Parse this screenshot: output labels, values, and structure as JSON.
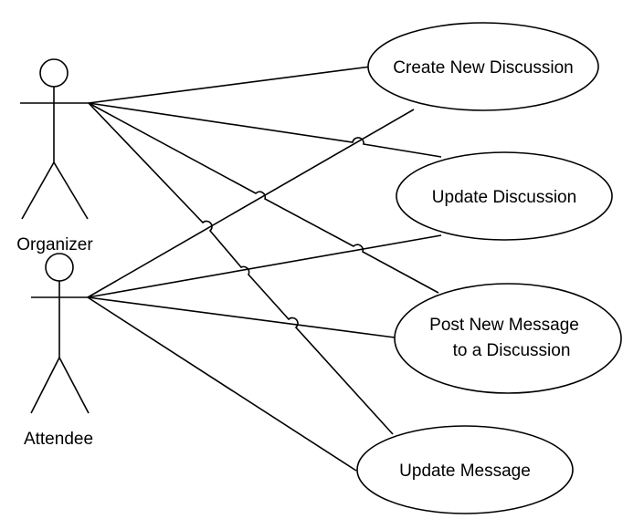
{
  "actors": [
    {
      "id": "organizer",
      "label": "Organizer"
    },
    {
      "id": "attendee",
      "label": "Attendee"
    }
  ],
  "use_cases": [
    {
      "id": "create",
      "lines": [
        "Create New Discussion"
      ]
    },
    {
      "id": "update_disc",
      "lines": [
        "Update Discussion"
      ]
    },
    {
      "id": "post",
      "lines": [
        "Post New Message",
        "to a Discussion"
      ]
    },
    {
      "id": "update_msg",
      "lines": [
        "Update Message"
      ]
    }
  ],
  "associations": [
    {
      "actor": "organizer",
      "use_case": "create"
    },
    {
      "actor": "organizer",
      "use_case": "update_disc"
    },
    {
      "actor": "organizer",
      "use_case": "post"
    },
    {
      "actor": "organizer",
      "use_case": "update_msg"
    },
    {
      "actor": "attendee",
      "use_case": "create"
    },
    {
      "actor": "attendee",
      "use_case": "update_disc"
    },
    {
      "actor": "attendee",
      "use_case": "post"
    },
    {
      "actor": "attendee",
      "use_case": "update_msg"
    }
  ]
}
